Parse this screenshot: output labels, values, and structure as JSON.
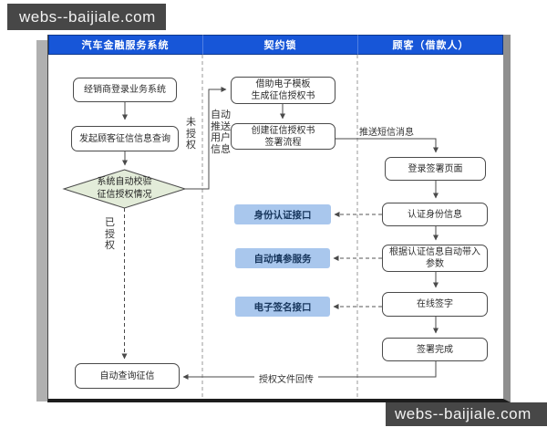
{
  "colors": {
    "header_blue": "#1756d8",
    "header_text": "#ffffff",
    "bluebox_fill": "#a9c7ed",
    "bluebox_text": "#17365d",
    "diamond_fill": "#e3ecd9",
    "line": "#4a4a4a",
    "watermark_bg": "#474747"
  },
  "watermarks": {
    "top": "webs--baijiale.com",
    "bottom": "webs--baijiale.com"
  },
  "header": {
    "lanes": [
      {
        "label": "汽车金融服务系统"
      },
      {
        "label": "契约锁"
      },
      {
        "label": "顾客（借款人）"
      }
    ]
  },
  "nodes": {
    "dealer_login": "经销商登录业务系统",
    "initiate_query": "发起顾客征信信息查询",
    "verify_decision": "系统自动校验\n征信授权情况",
    "auto_query": "自动查询征信",
    "generate_letter": "借助电子模板\n生成征信授权书",
    "create_flow": "创建征信授权书\n签署流程",
    "id_auth_api": "身份认证接口",
    "auto_fill": "自动填参服务",
    "esign_api": "电子签名接口",
    "login_page": "登录签署页面",
    "auth_identity": "认证身份信息",
    "auto_params": "根据认证信息自动带入\n参数",
    "online_sign": "在线签字",
    "sign_complete": "签署完成"
  },
  "edge_labels": {
    "not_authorized": "未\n授\n权",
    "authorized": "已\n授\n权",
    "auto_push_user_info": "自动\n推送\n用户\n信息",
    "push_sms": "推送短信消息",
    "file_return": "授权文件回传"
  }
}
